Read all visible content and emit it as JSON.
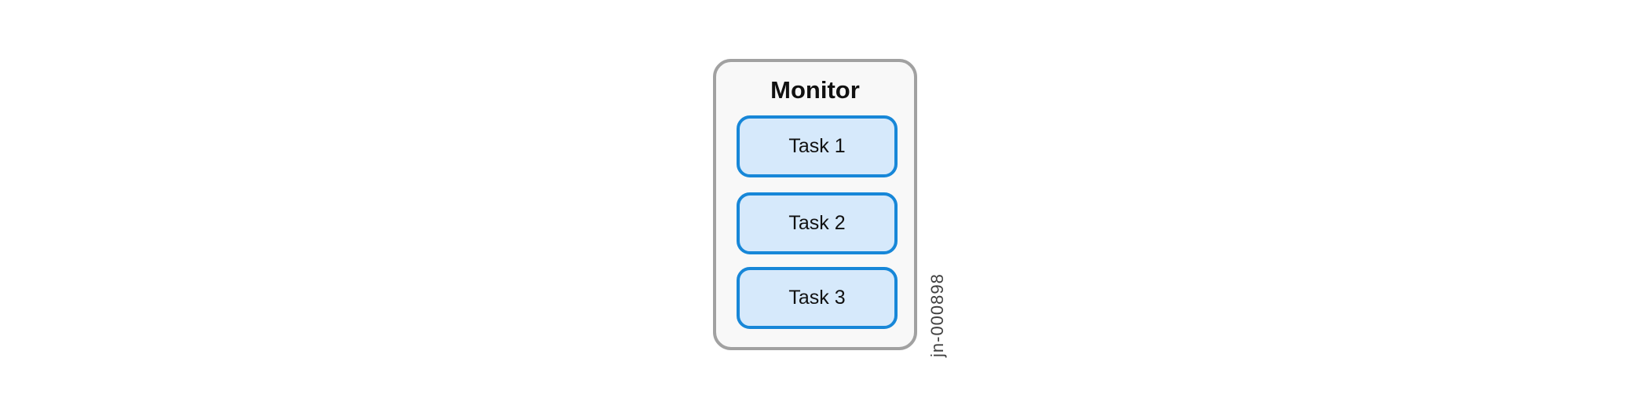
{
  "figure": {
    "title": "Monitor",
    "tasks": [
      {
        "label": "Task 1"
      },
      {
        "label": "Task 2"
      },
      {
        "label": "Task 3"
      }
    ],
    "figure_id": "jn-000898"
  },
  "colors": {
    "task_fill": "#d6e9fb",
    "task_border": "#1787d8",
    "container_fill": "#f8f8f8",
    "container_border": "#a1a1a1",
    "label_color": "#111111",
    "figure_id_color": "#404040"
  }
}
